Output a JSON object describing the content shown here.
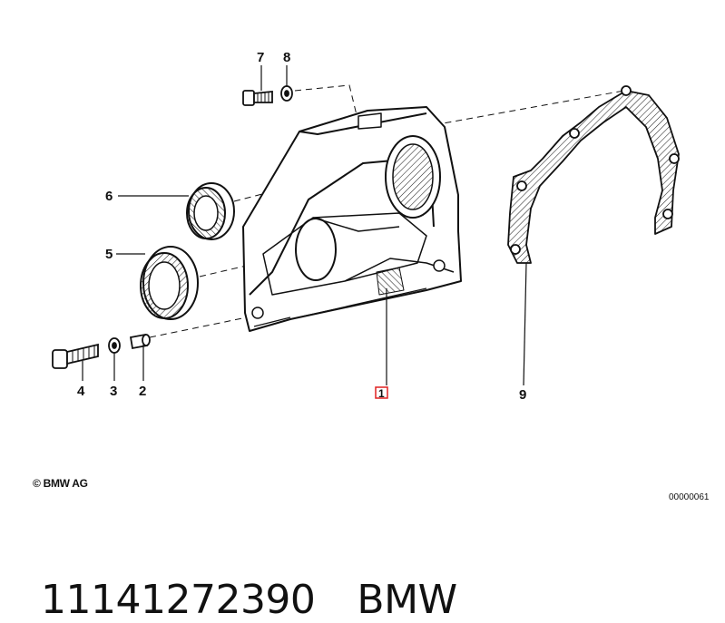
{
  "callouts": {
    "c1": "1",
    "c2": "2",
    "c3": "3",
    "c4": "4",
    "c5": "5",
    "c6": "6",
    "c7": "7",
    "c8": "8",
    "c9": "9"
  },
  "copyright": "© BMW AG",
  "image_number": "00000061",
  "caption": {
    "part_number": "11141272390",
    "brand": "BMW"
  },
  "colors": {
    "line": "#111111",
    "highlight": "#e02020"
  }
}
